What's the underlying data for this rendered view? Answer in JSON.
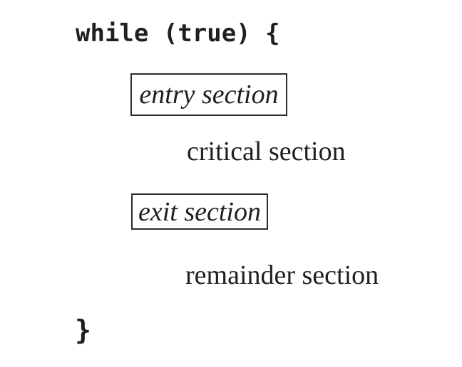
{
  "figure": {
    "description": "general-structure-of-a-process-critical-section",
    "code": {
      "loop_header": "while (true) {",
      "closing_brace": "}"
    },
    "sections": [
      {
        "label": "entry section",
        "boxed": true
      },
      {
        "label": "critical section",
        "boxed": false
      },
      {
        "label": "exit section",
        "boxed": true
      },
      {
        "label": "remainder section",
        "boxed": false
      }
    ],
    "colors": {
      "background": "#ffffff",
      "text": "#1f1f1f",
      "box_border": "#2b2b2b"
    }
  }
}
